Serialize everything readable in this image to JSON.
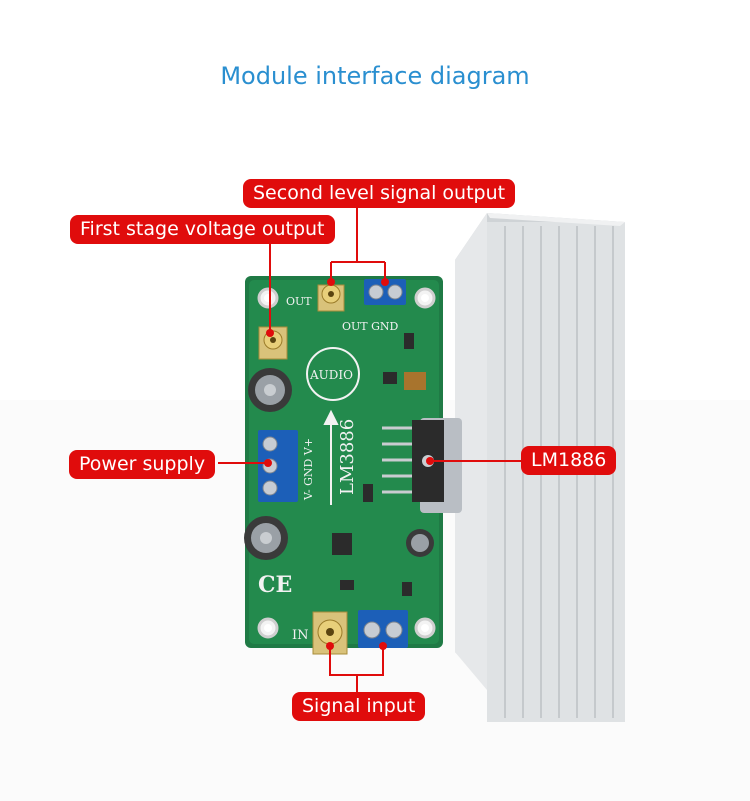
{
  "title": "Module interface diagram",
  "labels": {
    "second_level_signal_output": "Second level signal output",
    "first_stage_voltage_output": "First stage voltage output",
    "power_supply": "Power supply",
    "lm1886": "LM1886",
    "signal_input": "Signal input"
  },
  "board": {
    "audio": "AUDIO",
    "out": "OUT",
    "out_gnd": "OUT GND",
    "in": "IN",
    "chip": "LM3886",
    "power_pins": "V- GND V+",
    "ce": "CE"
  },
  "colors": {
    "title": "#2a8fd0",
    "label_bg": "#e00c0c",
    "pcb": "#1f7a45",
    "heatsink": "#d9dcdf",
    "terminal": "#1c5fb8"
  }
}
